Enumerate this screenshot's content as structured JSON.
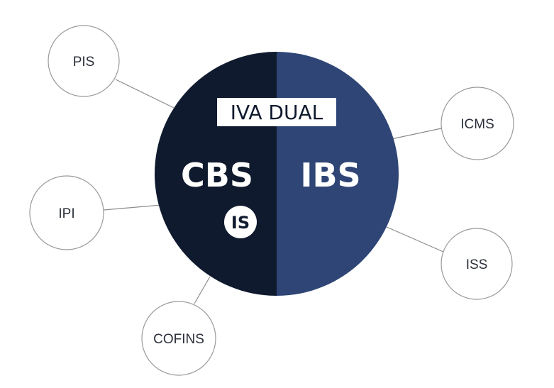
{
  "colors": {
    "left_half": "#0f1a2e",
    "right_half": "#2e4575",
    "satellite_stroke": "#9a9a9a",
    "connector": "#8c8c8c",
    "badge_bg": "#ffffff",
    "badge_text": "#0f1a2e"
  },
  "center": {
    "badge": "IVA DUAL",
    "left_label": "CBS",
    "right_label": "IBS",
    "is_badge": "IS"
  },
  "satellites": {
    "pis": "PIS",
    "ipi": "IPI",
    "cofins": "COFINS",
    "icms": "ICMS",
    "iss": "ISS"
  }
}
